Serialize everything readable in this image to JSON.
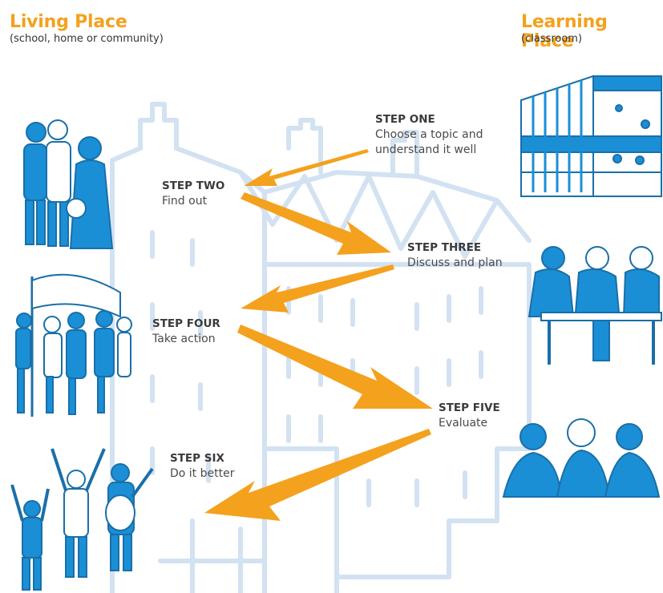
{
  "living_place": {
    "title": "Living Place",
    "subtitle": "(school, home or community)"
  },
  "learning_place": {
    "title": "Learning Place",
    "subtitle": "(classroom)"
  },
  "steps": [
    {
      "title": "STEP ONE",
      "desc_lines": [
        "Choose a topic and",
        "understand it well"
      ]
    },
    {
      "title": "STEP TWO",
      "desc_lines": [
        "Find out"
      ]
    },
    {
      "title": "STEP THREE",
      "desc_lines": [
        "Discuss and plan"
      ]
    },
    {
      "title": "STEP FOUR",
      "desc_lines": [
        "Take action"
      ]
    },
    {
      "title": "STEP FIVE",
      "desc_lines": [
        "Evaluate"
      ]
    },
    {
      "title": "STEP SIX",
      "desc_lines": [
        "Do it better"
      ]
    }
  ],
  "colors": {
    "accent_orange": "#f4a11d",
    "illustration_blue": "#1a8fd6",
    "outline_light_blue": "#cfe0f0",
    "text_dark": "#3a3a3a"
  },
  "icons": {
    "building_outline": "castle-outline-icon",
    "classroom_building": "classroom-building-icon",
    "people_groups": "people-group-icon"
  }
}
